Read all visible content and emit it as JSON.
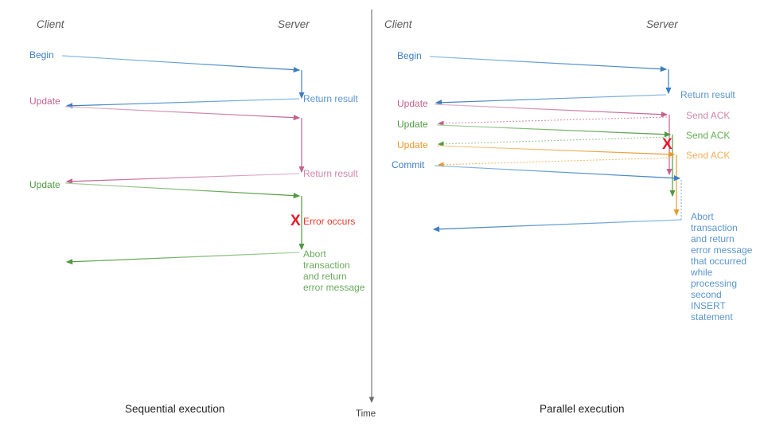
{
  "diagram": {
    "title_left": "Sequential execution",
    "title_right": "Parallel execution",
    "time_axis_label": "Time",
    "colors": {
      "blue": "#3d7ebf",
      "blue_light": "#8fbce4",
      "pink": "#c4618f",
      "pink_light": "#deadc6",
      "green": "#4f9a41",
      "green_light": "#a2cf9a",
      "orange": "#e8992c",
      "orange_light": "#f5c884",
      "red": "#e8192a",
      "gray": "#58595b",
      "black": "#231f20"
    }
  },
  "left_panel": {
    "lane_client": "Client",
    "lane_server": "Server",
    "caption": "Sequential execution",
    "messages": [
      {
        "id": "begin",
        "text": "Begin",
        "color": "blue"
      },
      {
        "id": "return1",
        "text": "Return result",
        "color": "blue"
      },
      {
        "id": "update1",
        "text": "Update",
        "color": "pink"
      },
      {
        "id": "return2",
        "text": "Return result",
        "color": "pink"
      },
      {
        "id": "update2",
        "text": "Update",
        "color": "green"
      },
      {
        "id": "error",
        "text": "Error occurs",
        "color": "red"
      },
      {
        "id": "abort",
        "text": "Abort\ntransaction\nand return\nerror message",
        "color": "green"
      }
    ],
    "error_marker": "X"
  },
  "right_panel": {
    "lane_client": "Client",
    "lane_server": "Server",
    "caption": "Parallel execution",
    "messages": [
      {
        "id": "begin",
        "text": "Begin",
        "color": "blue"
      },
      {
        "id": "return1",
        "text": "Return result",
        "color": "blue"
      },
      {
        "id": "update1",
        "text": "Update",
        "color": "pink"
      },
      {
        "id": "ack1",
        "text": "Send ACK",
        "color": "pink"
      },
      {
        "id": "update2",
        "text": "Update",
        "color": "green"
      },
      {
        "id": "ack2",
        "text": "Send ACK",
        "color": "green"
      },
      {
        "id": "update3",
        "text": "Update",
        "color": "orange"
      },
      {
        "id": "ack3",
        "text": "Send ACK",
        "color": "orange"
      },
      {
        "id": "commit",
        "text": "Commit",
        "color": "blue"
      },
      {
        "id": "abort",
        "text": "Abort\ntransaction\nand return\nerror message\nthat occurred\nwhile\nprocessing\nsecond\nINSERT\nstatement",
        "color": "blue"
      }
    ],
    "error_marker": "X"
  }
}
